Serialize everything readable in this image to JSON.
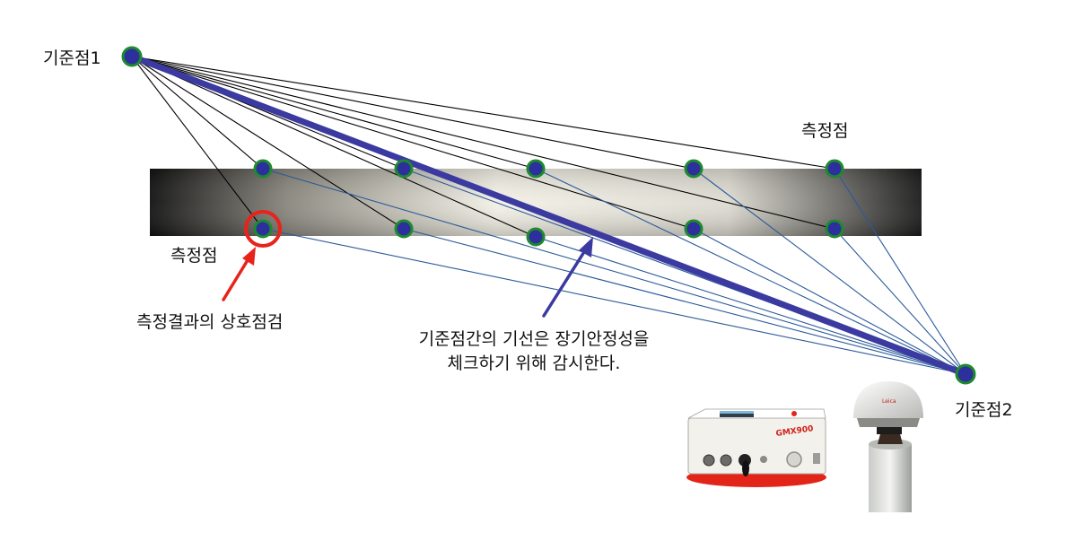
{
  "labels": {
    "reference1": "기준점1",
    "reference2": "기준점2",
    "measure_top": "측정점",
    "measure_left": "측정점",
    "crosscheck": "측정결과의 상호점검",
    "baseline_line1": "기준점간의 기선은 장기안정성을",
    "baseline_line2": "체크하기 위해 감시한다."
  },
  "device": {
    "receiver_label": "GMX900"
  },
  "colors": {
    "point_fill": "#2d2f9c",
    "point_ring": "#1e8a2e",
    "baseline": "#3b3aa0",
    "thin_line_ref1": "#000000",
    "thin_line_ref2": "#2b5a9a",
    "highlight_circle": "#e8231a",
    "arrow_red": "#e8231a",
    "arrow_blue": "#3b3aa0"
  }
}
